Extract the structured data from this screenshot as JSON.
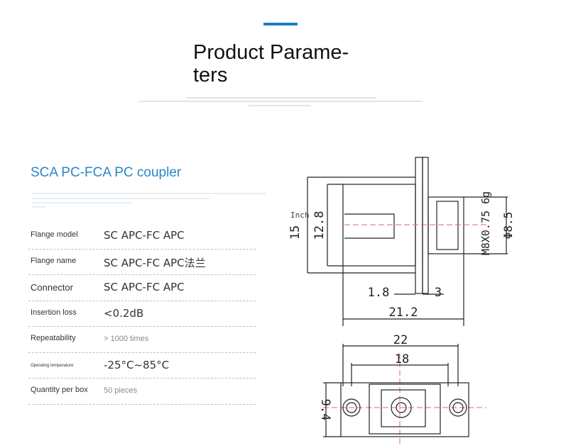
{
  "header": {
    "title": "Product Parame-ters"
  },
  "product": {
    "title": "SCA PC-FCA PC coupler"
  },
  "params": [
    {
      "label": "Flange model",
      "value": "SC APC-FC APC"
    },
    {
      "label": "Flange name",
      "value": "SC APC-FC APC法兰"
    },
    {
      "label": "Connector",
      "value": "SC APC-FC APC"
    },
    {
      "label": "Insertion loss",
      "value": "<0.2dB"
    },
    {
      "label": "Repeatability",
      "value": "> 1000 times"
    },
    {
      "label": "Operating temperature",
      "value": "-25°C~85°C"
    },
    {
      "label": "Quantity per box",
      "value": "50 pieces"
    }
  ],
  "drawing": {
    "unit_label": "Inch",
    "dim_15": "15",
    "dim_12_8": "12.8",
    "dim_thread": "M8X0.75 6g",
    "dim_d8_5": "Φ8.5",
    "dim_1_8": "1.8",
    "dim_3": "3",
    "dim_21_2": "21.2",
    "dim_22": "22",
    "dim_18": "18",
    "dim_9_4": "9.4"
  }
}
